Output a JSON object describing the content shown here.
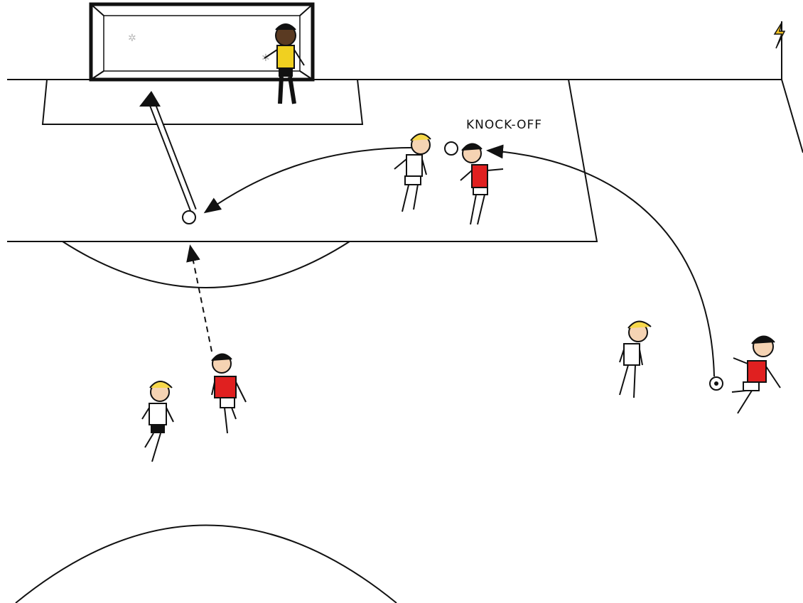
{
  "annotation": {
    "knock_off": "KNOCK-OFF"
  },
  "colors": {
    "attacker_shirt": "#e02020",
    "defender_shirt": "#ffffff",
    "keeper_shirt": "#f0d020",
    "corner_flag": "#f0c020",
    "lines": "#111111"
  },
  "icons": [
    "goal-net",
    "corner-flag",
    "soccer-ball",
    "player-figure"
  ]
}
